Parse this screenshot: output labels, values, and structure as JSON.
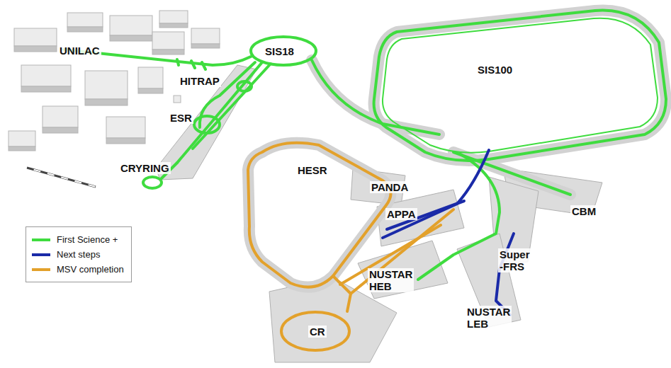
{
  "diagram": {
    "labels": [
      "UNILAC",
      "SIS18",
      "SIS100",
      "HITRAP",
      "ESR",
      "CRYRING",
      "HESR",
      "PANDA",
      "APPA",
      "CBM",
      "Super -FRS",
      "NUSTAR HEB",
      "NUSTAR LEB",
      "CR"
    ],
    "legend": [
      {
        "text": "First Science +",
        "color": "#3fdc3f"
      },
      {
        "text": "Next steps",
        "color": "#1a2aa8"
      },
      {
        "text": "MSV completion",
        "color": "#e3a12b"
      }
    ]
  }
}
